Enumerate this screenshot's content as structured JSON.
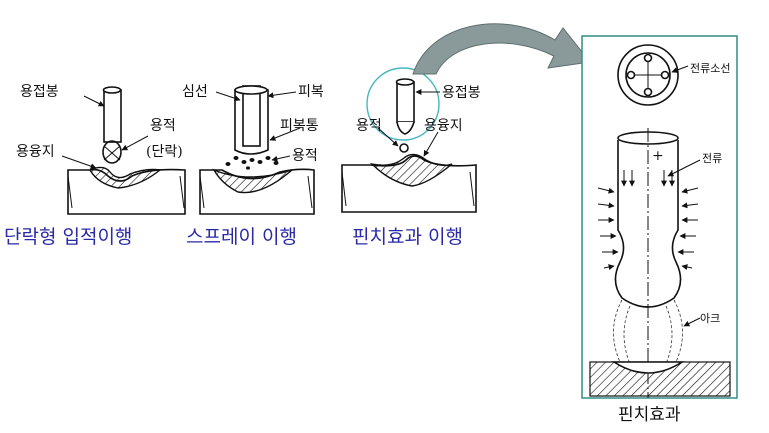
{
  "colors": {
    "caption_blue": "#2a2aa6",
    "panel_border": "#2f8f83",
    "arrow_fill": "#8a9a9a",
    "circle_outline": "#46b6bf"
  },
  "panels": [
    {
      "caption": "단락형 입적이행",
      "labels": {
        "rod": "용접봉",
        "droplet": "용적",
        "short": "(단락)",
        "pool": "용융지"
      }
    },
    {
      "caption": "스프레이 이행",
      "labels": {
        "core": "심선",
        "coating": "피복",
        "coating_tube": "피복통",
        "droplet": "용적"
      }
    },
    {
      "caption": "핀치효과 이행",
      "labels": {
        "rod": "용접봉",
        "droplet": "용적",
        "pool": "용융지"
      }
    }
  ],
  "detail": {
    "caption": "핀치효과",
    "labels": {
      "vortex": "전류소선",
      "current": "전류",
      "arc": "아크",
      "plus": "+"
    }
  }
}
